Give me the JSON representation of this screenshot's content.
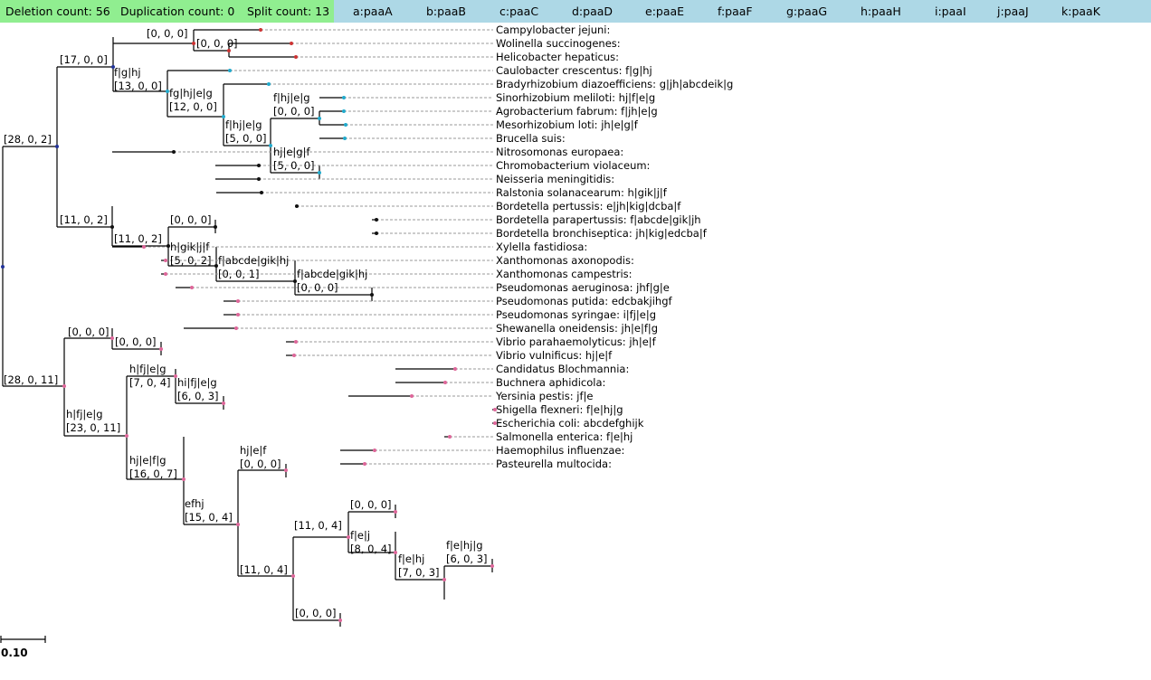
{
  "header": {
    "counts": [
      {
        "label": "Deletion count: 56"
      },
      {
        "label": "Duplication count: 0"
      },
      {
        "label": "Split count: 13"
      }
    ],
    "genes": [
      "a:paaA",
      "b:paaB",
      "c:paaC",
      "d:paaD",
      "e:paaE",
      "f:paaF",
      "g:paaG",
      "h:paaH",
      "i:paaI",
      "j:paaJ",
      "k:paaK"
    ]
  },
  "scale_label": "0.10",
  "colors": {
    "counts_bg": "#90ee90",
    "genes_bg": "#add8e6",
    "branch": "#000000",
    "connector": "#aaaaaa",
    "leader": "#999999",
    "node_dark": "#223399",
    "node_cyan": "#22aacc",
    "node_black": "#111111",
    "node_pink": "#dd6699",
    "node_red": "#cc3333"
  },
  "taxa": [
    {
      "name": "Campylobacter jejuni:",
      "genes": ""
    },
    {
      "name": "Wolinella succinogenes:",
      "genes": ""
    },
    {
      "name": "Helicobacter hepaticus:",
      "genes": ""
    },
    {
      "name": "Caulobacter crescentus:",
      "genes": "f|g|hj"
    },
    {
      "name": "Bradyrhizobium diazoefficiens:",
      "genes": "g|jh|abcdeik|g"
    },
    {
      "name": "Sinorhizobium meliloti:",
      "genes": "hj|f|e|g"
    },
    {
      "name": "Agrobacterium fabrum:",
      "genes": "f|jh|e|g"
    },
    {
      "name": "Mesorhizobium loti:",
      "genes": "jh|e|g|f"
    },
    {
      "name": "Brucella suis:",
      "genes": ""
    },
    {
      "name": "Nitrosomonas europaea:",
      "genes": ""
    },
    {
      "name": "Chromobacterium violaceum:",
      "genes": ""
    },
    {
      "name": "Neisseria meningitidis:",
      "genes": ""
    },
    {
      "name": "Ralstonia solanacearum:",
      "genes": "h|gik|j|f"
    },
    {
      "name": "Bordetella pertussis:",
      "genes": "e|jh|kig|dcba|f"
    },
    {
      "name": "Bordetella parapertussis:",
      "genes": "f|abcde|gik|jh"
    },
    {
      "name": "Bordetella bronchiseptica:",
      "genes": "jh|kig|edcba|f"
    },
    {
      "name": "Xylella fastidiosa:",
      "genes": ""
    },
    {
      "name": "Xanthomonas axonopodis:",
      "genes": ""
    },
    {
      "name": "Xanthomonas campestris:",
      "genes": ""
    },
    {
      "name": "Pseudomonas aeruginosa:",
      "genes": "jhf|g|e"
    },
    {
      "name": "Pseudomonas putida:",
      "genes": "edcbakjihgf"
    },
    {
      "name": "Pseudomonas syringae:",
      "genes": "i|fj|e|g"
    },
    {
      "name": "Shewanella oneidensis:",
      "genes": "jh|e|f|g"
    },
    {
      "name": "Vibrio parahaemolyticus:",
      "genes": "jh|e|f"
    },
    {
      "name": "Vibrio vulnificus:",
      "genes": "hj|e|f"
    },
    {
      "name": "Candidatus Blochmannia:",
      "genes": ""
    },
    {
      "name": "Buchnera aphidicola:",
      "genes": ""
    },
    {
      "name": "Yersinia pestis:",
      "genes": "jf|e"
    },
    {
      "name": "Shigella flexneri:",
      "genes": "f|e|hj|g"
    },
    {
      "name": "Escherichia coli:",
      "genes": "abcdefghijk"
    },
    {
      "name": "Salmonella enterica:",
      "genes": "f|e|hj"
    },
    {
      "name": "Haemophilus influenzae:",
      "genes": ""
    },
    {
      "name": "Pasteurella multocida:",
      "genes": ""
    }
  ],
  "node_labels": {
    "root_top": "[28, 0, 2]",
    "root_bottom": "[28, 0, 11]",
    "eps": "[17, 0, 0]",
    "eps_inner": "[0, 0, 0]",
    "eps_pair": "[0, 0, 0]",
    "alpha": "[13, 0, 0]",
    "alpha_genes": "f|g|hj",
    "alpha2": "[12, 0, 0]",
    "alpha2_genes": "fg|hj|e|g",
    "alpha3": "[5, 0, 0]",
    "alpha3_genes": "f|hj|e|g",
    "rhizo": "[0, 0, 0]",
    "rhizo_genes": "f|hj|e|g",
    "meso": "[5, 0, 0]",
    "meso_genes": "hj|e|g|f",
    "beta": "[11, 0, 2]",
    "beta2": "[11, 0, 2]",
    "neiss": "[0, 0, 0]",
    "burk": "[5, 0, 2]",
    "burk_genes": "h|gik|j|f",
    "bord": "[0, 0, 1]",
    "bord_genes": "f|abcde|gik|hj",
    "bord2": "[0, 0, 0]",
    "bord2_genes": "f|abcde|gik|hj",
    "xant": "[0, 0, 0]",
    "xant2": "[0, 0, 0]",
    "gamma": "[23, 0, 11]",
    "gamma_genes": "h|fj|e|g",
    "pseudo": "[7, 0, 4]",
    "pseudo_genes": "h|fj|e|g",
    "pseudo2": "[6, 0, 3]",
    "pseudo2_genes": "hi|fj|e|g",
    "gamma2": "[16, 0, 7]",
    "gamma2_genes": "hj|e|f|g",
    "gamma3": "[15, 0, 4]",
    "gamma3_genes": "efhj",
    "vibrio": "[0, 0, 0]",
    "vibrio_genes": "hj|e|f",
    "entero_big": "[11, 0, 4]",
    "entero": "[11, 0, 4]",
    "entero2": "[8, 0, 4]",
    "entero2_genes": "f|e|j",
    "ent3": "[7, 0, 3]",
    "ent3_genes": "f|e|hj",
    "shig": "[6, 0, 3]",
    "shig_genes": "f|e|hj|g",
    "buch": "[0, 0, 0]",
    "pasteur": "[0, 0, 0]"
  }
}
